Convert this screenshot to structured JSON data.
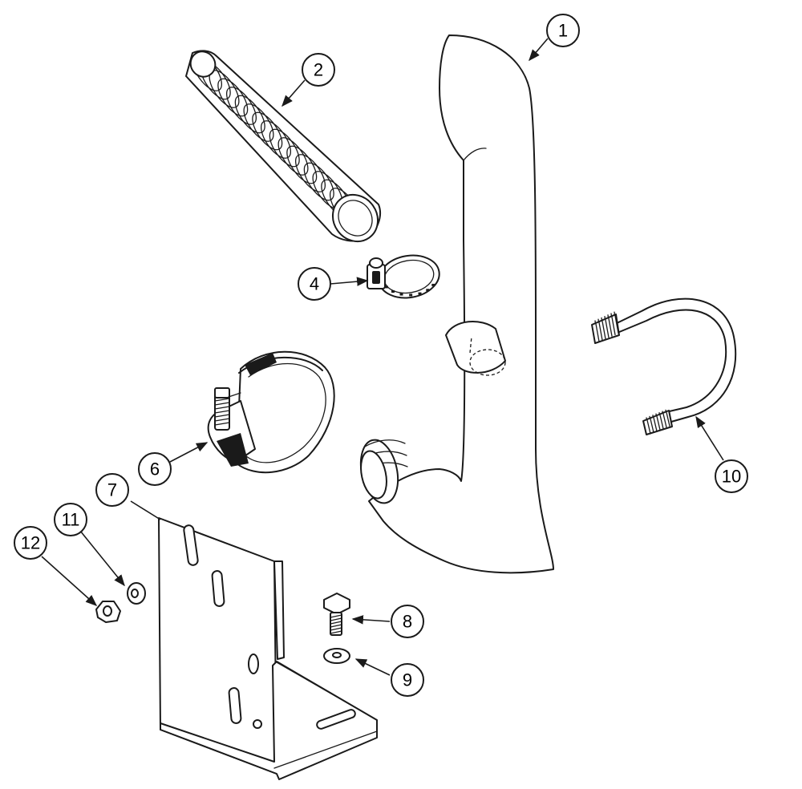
{
  "callouts": {
    "c1": "1",
    "c2": "2",
    "c4": "4",
    "c6": "6",
    "c7": "7",
    "c8": "8",
    "c9": "9",
    "c10": "10",
    "c11": "11",
    "c12": "12"
  }
}
